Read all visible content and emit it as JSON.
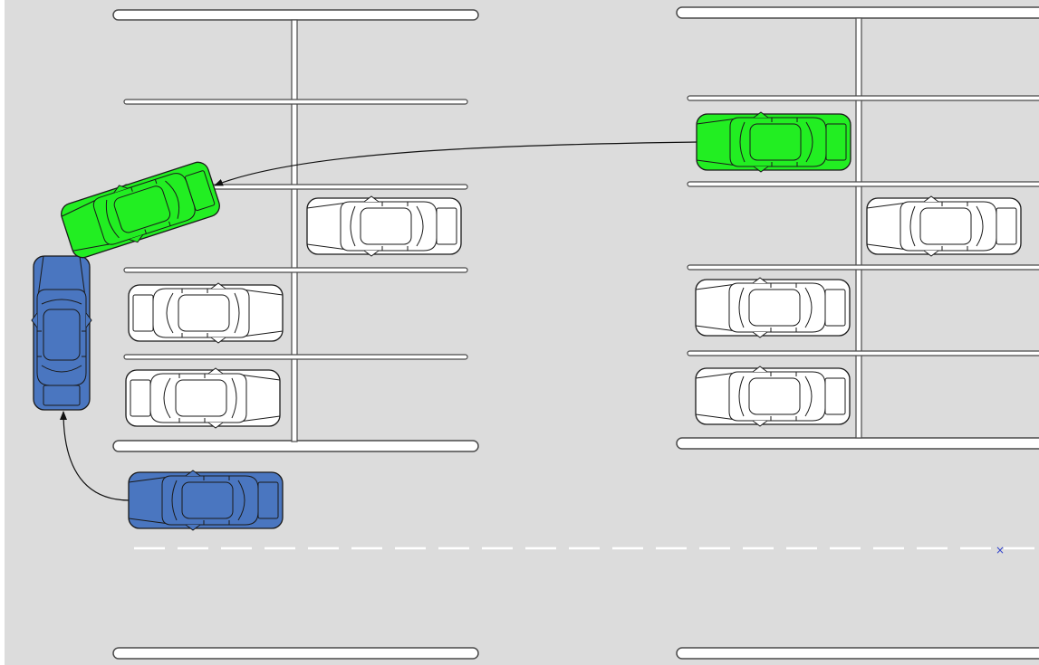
{
  "diagram": {
    "colors": {
      "pavement": "#dcdcdc",
      "line_fill": "#ffffff",
      "line_stroke": "#4a4a4a",
      "parked_car": "#ffffff",
      "blue_car": "#4a76c0",
      "green_car": "#22ee22",
      "center_dash": "#ffffff",
      "marker": "#3344cc"
    },
    "cars": [
      {
        "id": "parked-car-1",
        "color": "parked"
      },
      {
        "id": "parked-car-2",
        "color": "parked"
      },
      {
        "id": "parked-car-3",
        "color": "parked"
      },
      {
        "id": "parked-car-4",
        "color": "parked"
      },
      {
        "id": "parked-car-5",
        "color": "parked"
      },
      {
        "id": "parked-car-6",
        "color": "parked"
      },
      {
        "id": "blue-car-start",
        "color": "blue"
      },
      {
        "id": "blue-car-end",
        "color": "blue"
      },
      {
        "id": "green-car-start",
        "color": "green"
      },
      {
        "id": "green-car-end",
        "color": "green"
      }
    ],
    "paths": [
      {
        "id": "blue-car-path",
        "from": "blue-car-start",
        "to": "blue-car-end"
      },
      {
        "id": "green-car-path",
        "from": "green-car-start",
        "to": "green-car-end"
      }
    ],
    "marker_symbol": "×"
  }
}
